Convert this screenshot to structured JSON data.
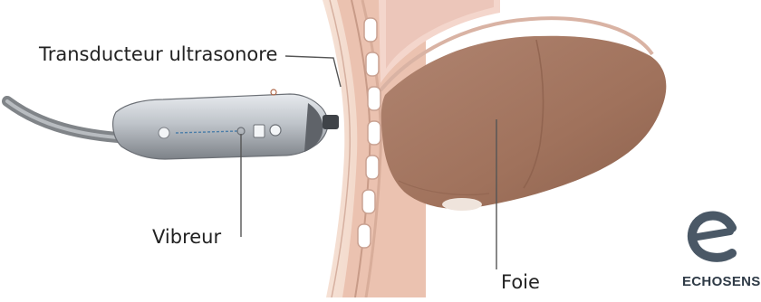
{
  "labels": {
    "transducer": "Transducteur ultrasonore",
    "vibrator": "Vibreur",
    "liver": "Foie"
  },
  "logo": {
    "text": "ECHOSENS"
  },
  "colors": {
    "liver": "#a67860",
    "liver_dark": "#8c5e48",
    "skin": "#f2d8c8",
    "muscle": "#e8c0b0",
    "rib": "#ffffff",
    "probe_body": "#c8ccd2",
    "probe_dark": "#5c6066",
    "cable": "#808488",
    "leader_line": "#555555",
    "logo": "#2f3b47"
  }
}
